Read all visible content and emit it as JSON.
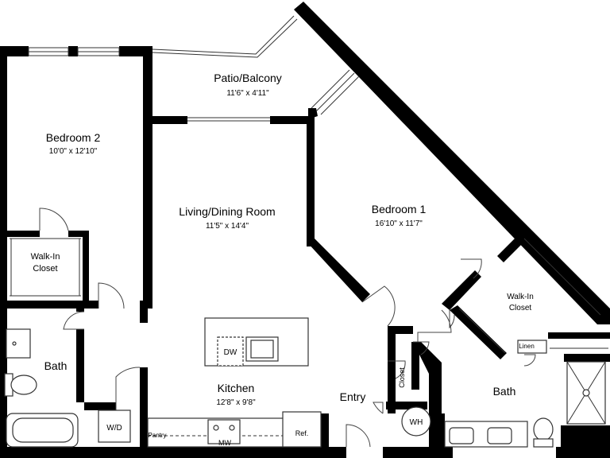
{
  "rooms": {
    "patio": {
      "name": "Patio/Balcony",
      "dims": "11'6\" x 4'11\""
    },
    "bedroom2": {
      "name": "Bedroom 2",
      "dims": "10'0\" x 12'10\""
    },
    "living": {
      "name": "Living/Dining Room",
      "dims": "11'5\" x 14'4\""
    },
    "bedroom1": {
      "name": "Bedroom 1",
      "dims": "16'10\" x 11'7\""
    },
    "walkin2": {
      "line1": "Walk-In",
      "line2": "Closet"
    },
    "walkin1": {
      "line1": "Walk-In",
      "line2": "Closet"
    },
    "bath2": {
      "name": "Bath"
    },
    "bath1": {
      "name": "Bath"
    },
    "kitchen": {
      "name": "Kitchen",
      "dims": "12'8\" x 9'8\""
    },
    "entry": {
      "name": "Entry"
    }
  },
  "fixtures": {
    "dw": "DW",
    "wd": "W/D",
    "wh": "WH",
    "mw": "MW",
    "pantry": "Pantry",
    "ref": "Ref.",
    "linen": "Linen",
    "closet": "Closet"
  }
}
